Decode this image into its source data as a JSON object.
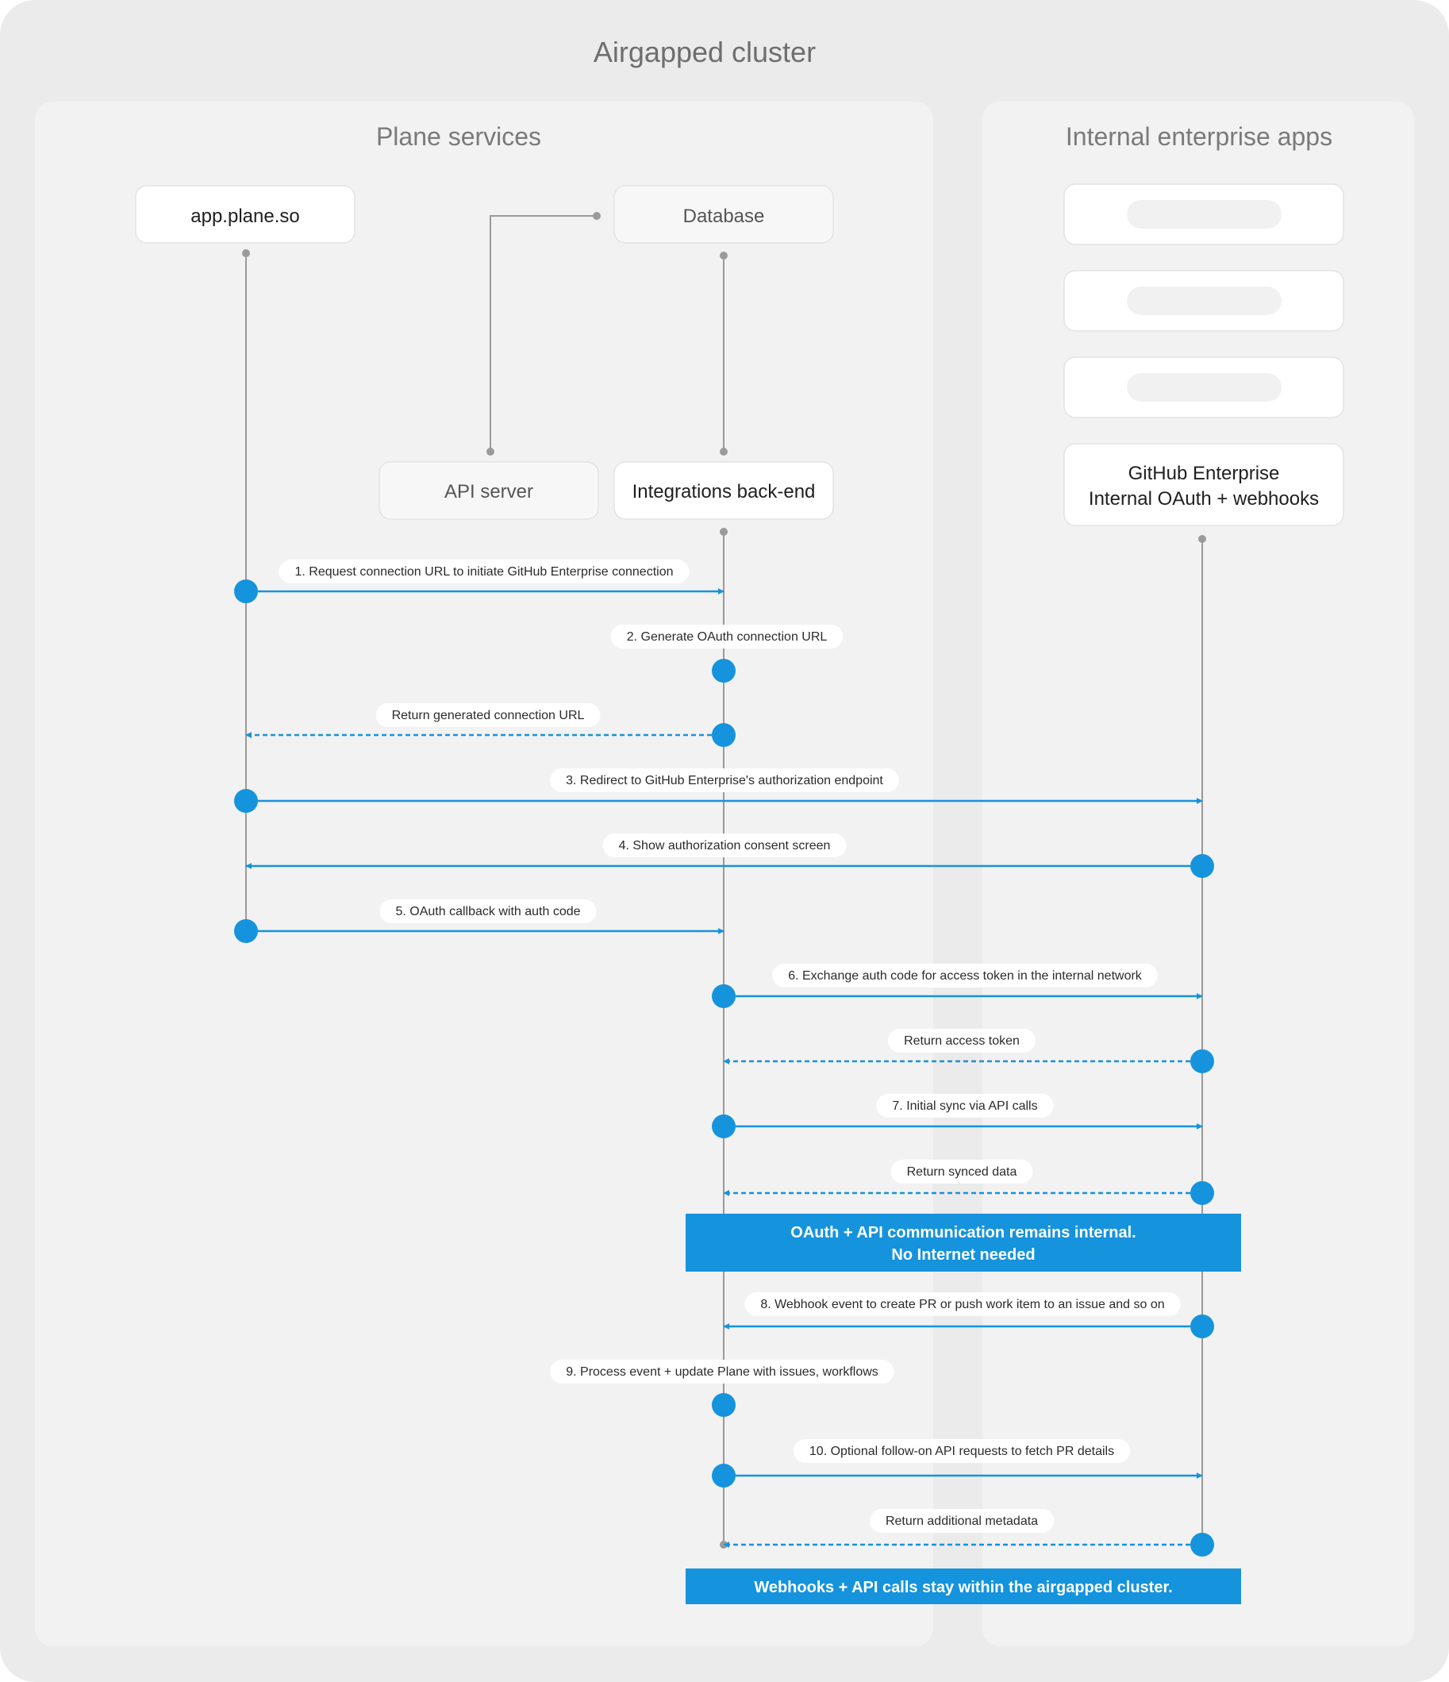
{
  "cluster": {
    "title": "Airgapped cluster"
  },
  "left_panel": {
    "title": "Plane services"
  },
  "right_panel": {
    "title": "Internal enterprise apps"
  },
  "nodes": {
    "app": "app.plane.so",
    "database": "Database",
    "api_server": "API server",
    "integrations": "Integrations back-end",
    "github_line1": "GitHub Enterprise",
    "github_line2": "Internal OAuth + webhooks"
  },
  "steps": [
    {
      "label": "1. Request connection URL to initiate GitHub Enterprise connection",
      "from": "app",
      "to": "integrations",
      "style": "solid"
    },
    {
      "label": "2. Generate OAuth connection URL",
      "from": "integrations",
      "to": "integrations",
      "style": "self"
    },
    {
      "label": "Return generated connection URL",
      "from": "integrations",
      "to": "app",
      "style": "dashed"
    },
    {
      "label": "3. Redirect to GitHub Enterprise's authorization endpoint",
      "from": "app",
      "to": "github",
      "style": "solid"
    },
    {
      "label": "4. Show authorization consent screen",
      "from": "github",
      "to": "app",
      "style": "solid"
    },
    {
      "label": "5. OAuth callback with auth code",
      "from": "app",
      "to": "integrations",
      "style": "solid"
    },
    {
      "label": "6. Exchange auth code for access token in the internal network",
      "from": "integrations",
      "to": "github",
      "style": "solid"
    },
    {
      "label": "Return access token",
      "from": "github",
      "to": "integrations",
      "style": "dashed"
    },
    {
      "label": "7. Initial sync via API calls",
      "from": "integrations",
      "to": "github",
      "style": "solid"
    },
    {
      "label": "Return synced data",
      "from": "github",
      "to": "integrations",
      "style": "dashed"
    },
    {
      "label": "8. Webhook event to create PR  or push work item to an issue  and so on",
      "from": "github",
      "to": "integrations",
      "style": "solid"
    },
    {
      "label": "9. Process event + update Plane with issues, workflows",
      "from": "integrations",
      "to": "integrations",
      "style": "self"
    },
    {
      "label": "10. Optional follow-on API requests to fetch PR details",
      "from": "integrations",
      "to": "github",
      "style": "solid"
    },
    {
      "label": "Return additional metadata",
      "from": "github",
      "to": "integrations",
      "style": "dashed"
    }
  ],
  "banners": [
    {
      "line1": "OAuth + API communication remains internal.",
      "line2": "No Internet needed"
    },
    {
      "line1": "Webhooks + API calls stay within the airgapped cluster."
    }
  ],
  "colors": {
    "accent": "#1593dd",
    "outer_bg": "#ebebeb",
    "panel_bg": "#f2f2f2",
    "line": "#9a9a9a"
  }
}
